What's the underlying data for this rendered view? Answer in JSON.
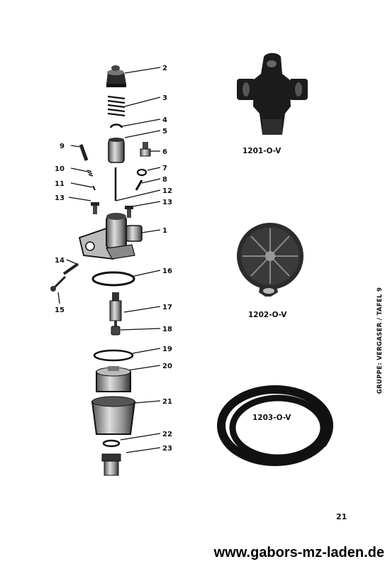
{
  "labels": {
    "p1": "1",
    "p2": "2",
    "p3": "3",
    "p4": "4",
    "p5": "5",
    "p6": "6",
    "p7": "7",
    "p8": "8",
    "p9": "9",
    "p10": "10",
    "p11": "11",
    "p12": "12",
    "p13a": "13",
    "p13b": "13",
    "p14": "14",
    "p15": "15",
    "p16": "16",
    "p17": "17",
    "p18": "18",
    "p19": "19",
    "p20": "20",
    "p21": "21",
    "p22": "22",
    "p23": "23"
  },
  "captions": {
    "housing": "1201-O-V",
    "filter": "1202-O-V",
    "hose": "1203-O-V"
  },
  "side_text": "GRUPPE: VERGASER / TAFEL 9",
  "page_number": "21",
  "website": "www.gabors-mz-laden.de",
  "colors": {
    "ink": "#111111",
    "background": "#ffffff"
  }
}
